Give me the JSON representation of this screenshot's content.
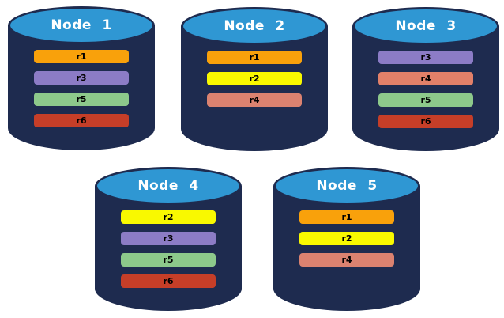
{
  "diagram": {
    "colors": {
      "background": "#FFFFFF",
      "cylinder_body": "#1E2B4F",
      "cylinder_top": "#2F97D3",
      "title_text": "#FFFFFF",
      "bar_text": "#000000"
    },
    "replica_palette": {
      "r1": "#F9A10B",
      "r2": "#F9F900",
      "r3": "#8C7CC6",
      "r4": "#DB8270",
      "r5": "#8DC98B",
      "r6": "#C63E28"
    },
    "nodes": [
      {
        "label": "Node 1",
        "replicas": [
          {
            "id": "r1",
            "color": "#F9A10B"
          },
          {
            "id": "r3",
            "color": "#8C7CC6"
          },
          {
            "id": "r5",
            "color": "#8DC98B"
          },
          {
            "id": "r6",
            "color": "#C63E28"
          }
        ]
      },
      {
        "label": "Node 2",
        "replicas": [
          {
            "id": "r1",
            "color": "#F9A10B"
          },
          {
            "id": "r2",
            "color": "#F9F900"
          },
          {
            "id": "r4",
            "color": "#DB8270"
          }
        ]
      },
      {
        "label": "Node 3",
        "replicas": [
          {
            "id": "r3",
            "color": "#8C7CC6"
          },
          {
            "id": "r4",
            "color": "#E28069"
          },
          {
            "id": "r5",
            "color": "#8DC98B"
          },
          {
            "id": "r6",
            "color": "#C63E28"
          }
        ]
      },
      {
        "label": "Node 4",
        "replicas": [
          {
            "id": "r2",
            "color": "#F9F900"
          },
          {
            "id": "r3",
            "color": "#8C7CC6"
          },
          {
            "id": "r5",
            "color": "#8DC98B"
          },
          {
            "id": "r6",
            "color": "#C63E28"
          }
        ]
      },
      {
        "label": "Node 5",
        "replicas": [
          {
            "id": "r1",
            "color": "#F9A10B"
          },
          {
            "id": "r2",
            "color": "#F9F900"
          },
          {
            "id": "r4",
            "color": "#DB8270"
          }
        ]
      }
    ]
  }
}
